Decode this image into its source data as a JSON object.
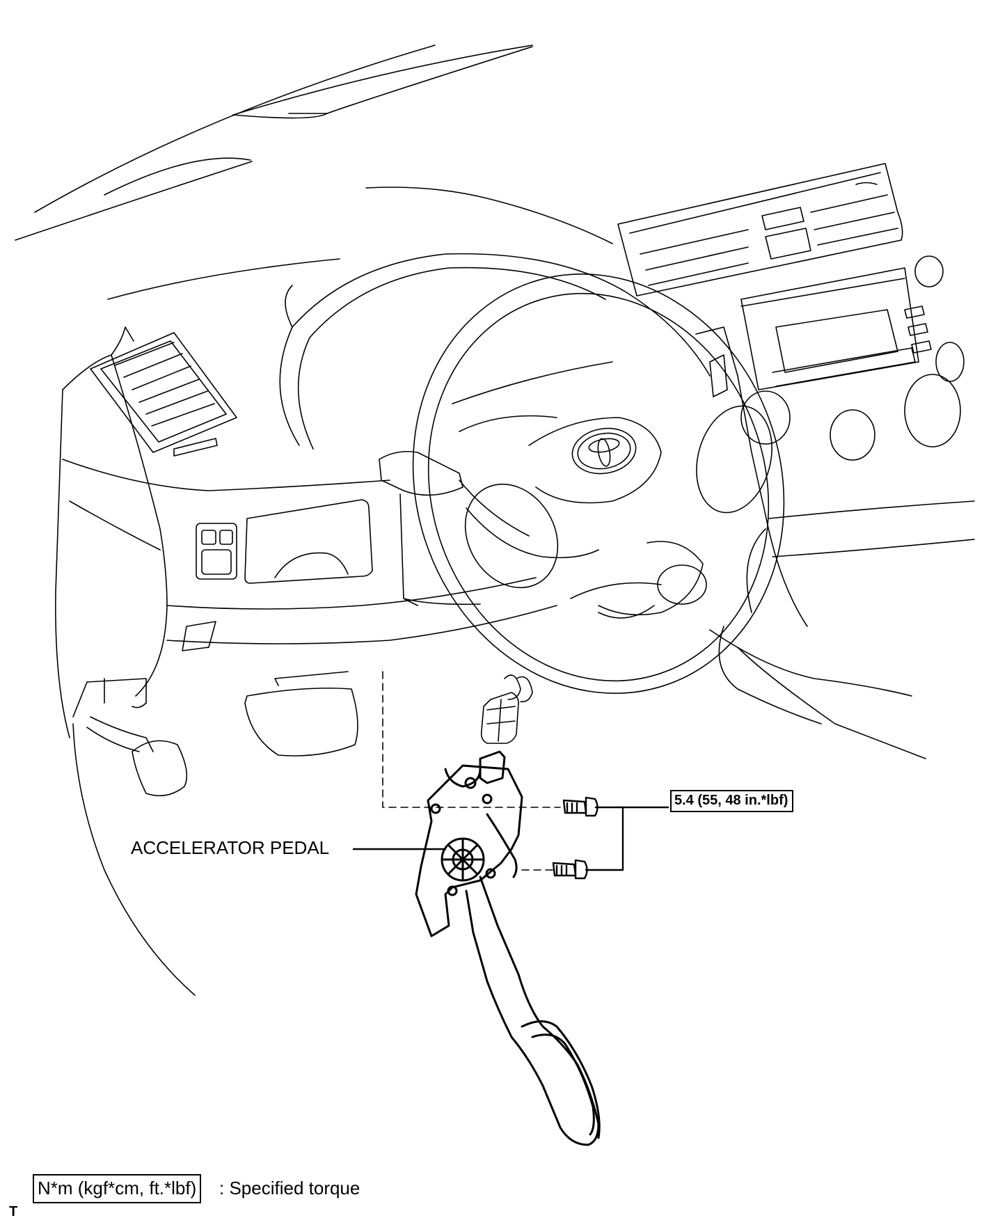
{
  "labels": {
    "part": "ACCELERATOR PEDAL",
    "torque": "5.4 (55, 48 in.*lbf)"
  },
  "legend": {
    "unit": "N*m (kgf*cm, ft.*lbf)",
    "description": ": Specified torque"
  },
  "corner_mark": "T",
  "colors": {
    "line": "#000000",
    "background": "#ffffff"
  }
}
